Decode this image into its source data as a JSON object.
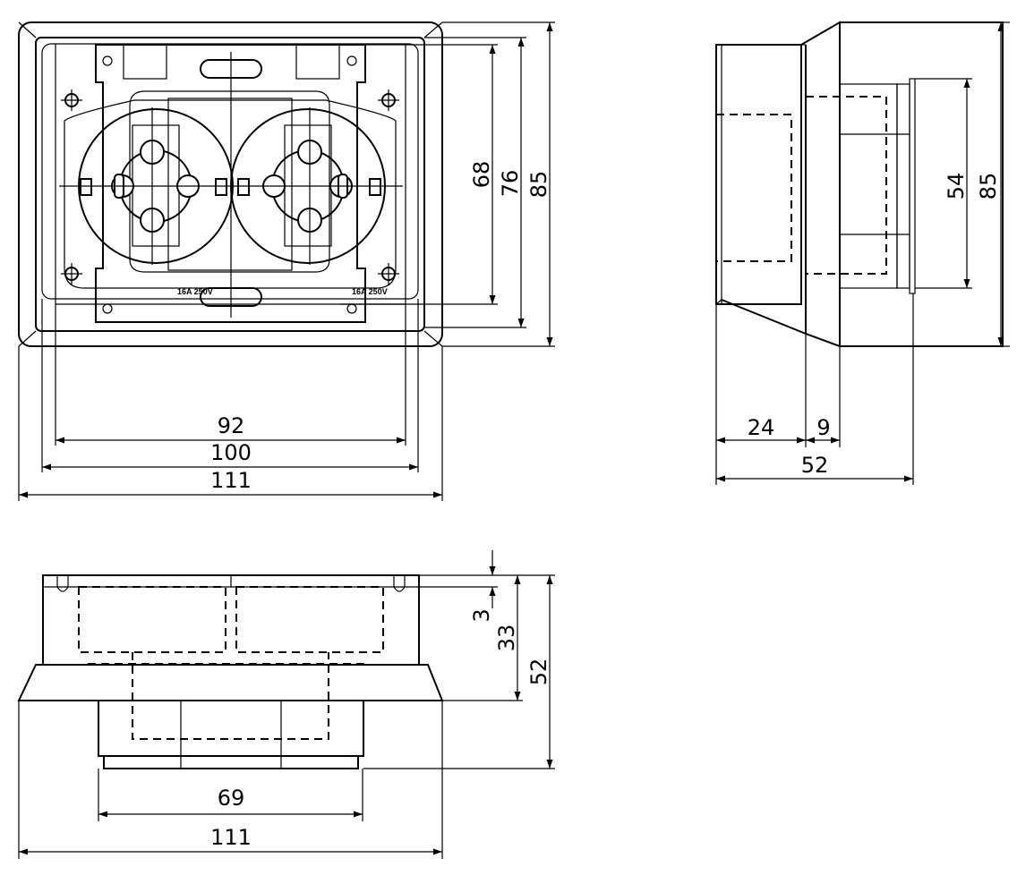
{
  "front_view": {
    "width_92": "92",
    "width_100": "100",
    "width_111": "111",
    "height_68": "68",
    "height_76": "76",
    "height_85": "85",
    "rating_left": "16A 250V",
    "rating_right": "16A 250V"
  },
  "side_view": {
    "depth_24": "24",
    "depth_9": "9",
    "depth_52": "52",
    "height_54": "54",
    "height_85": "85"
  },
  "bottom_view": {
    "width_69": "69",
    "width_111": "111",
    "height_3": "3",
    "height_33": "33",
    "height_52": "52"
  }
}
